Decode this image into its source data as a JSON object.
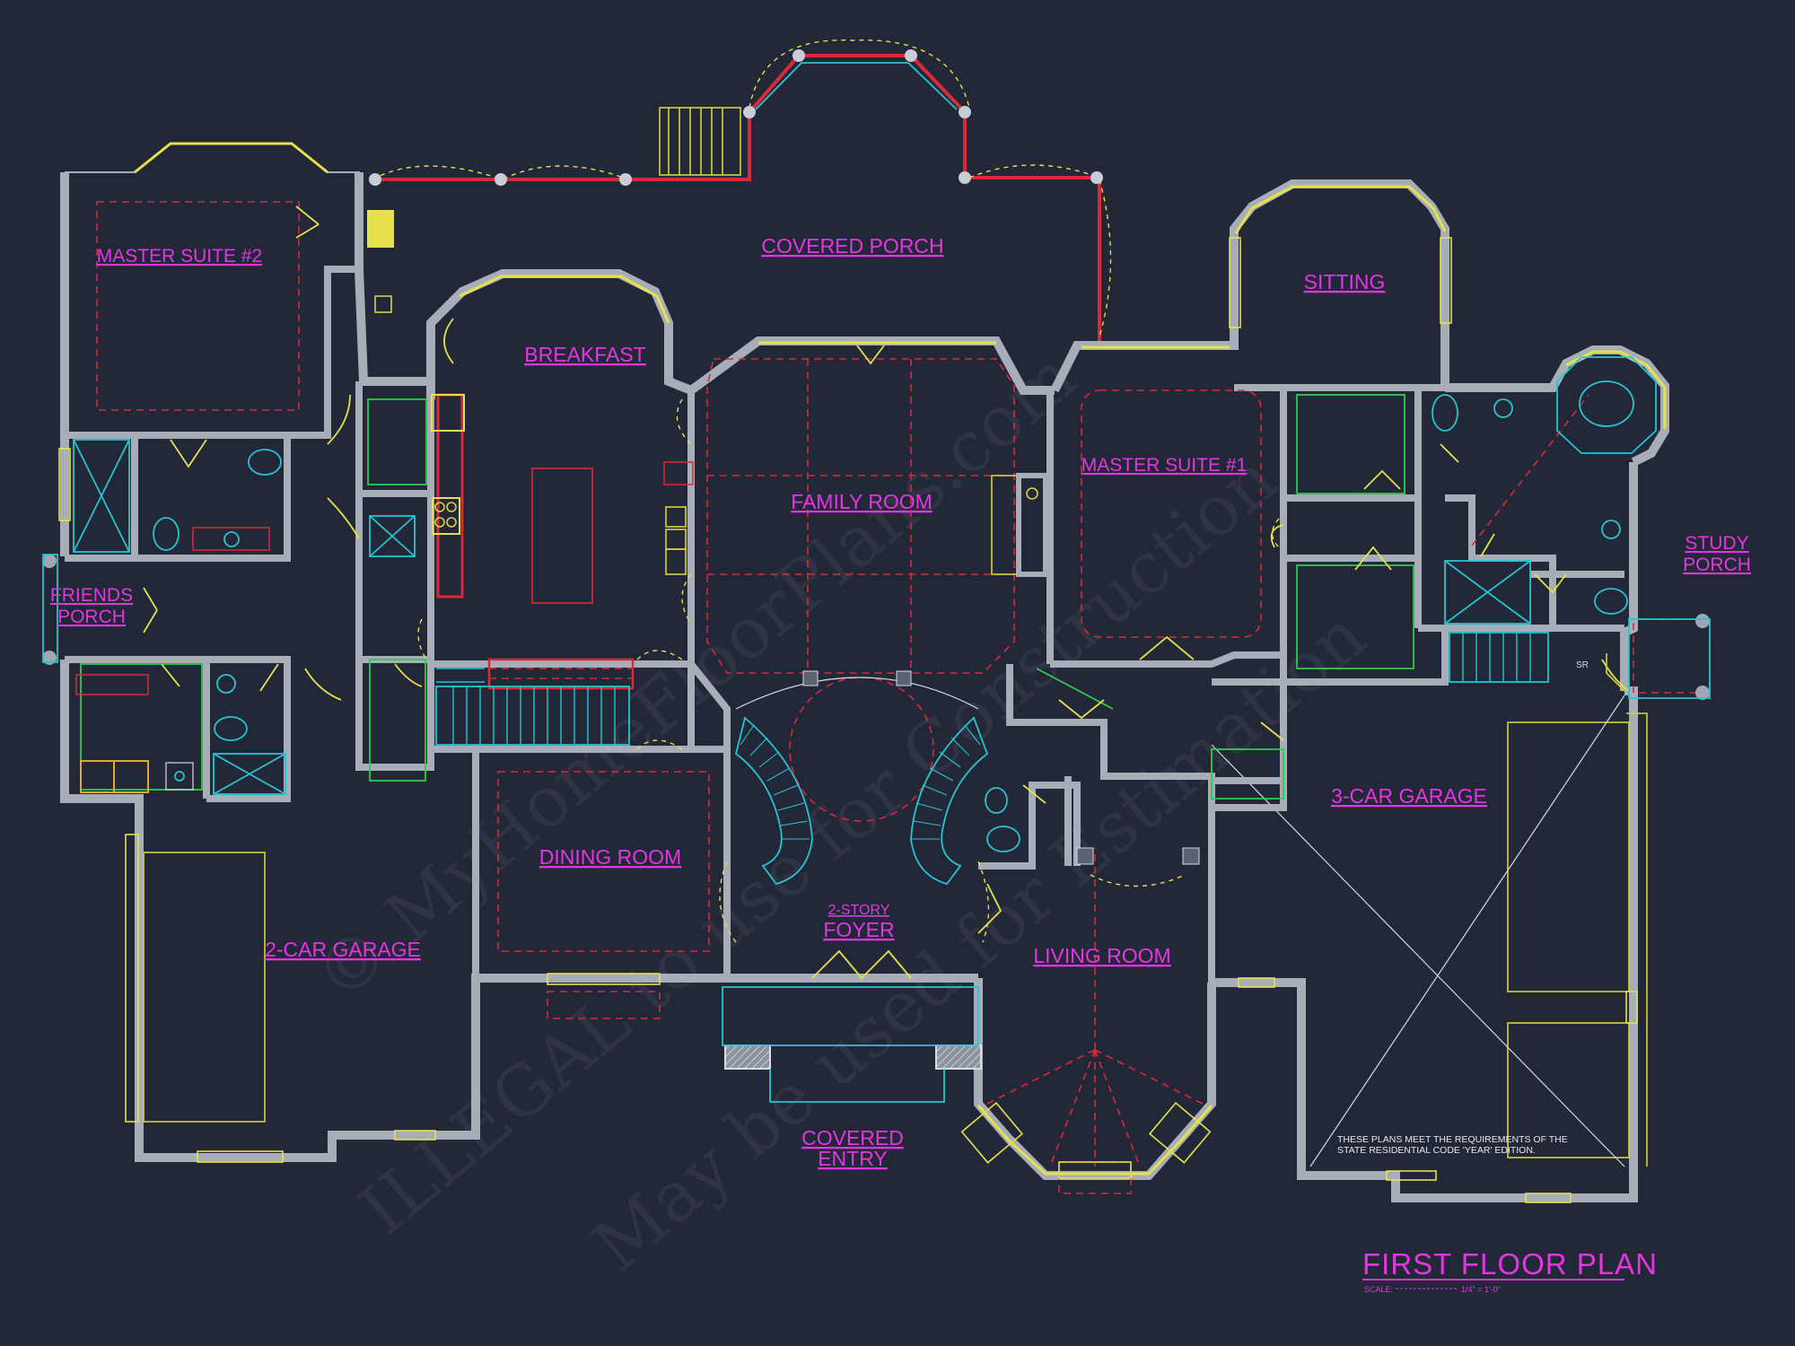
{
  "rooms": {
    "covered_porch": "COVERED PORCH",
    "master_suite_2": "MASTER SUITE #2",
    "breakfast": "BREAKFAST",
    "sitting": "SITTING",
    "family_room": "FAMILY ROOM",
    "master_suite_1": "MASTER SUITE #1",
    "study_porch_line1": "STUDY",
    "study_porch_line2": "PORCH",
    "friends_porch_line1": "FRIENDS",
    "friends_porch_line2": "PORCH",
    "three_car_garage": "3-CAR GARAGE",
    "dining_room": "DINING ROOM",
    "two_story_line1": "2-STORY",
    "foyer_line2": "FOYER",
    "two_car_garage": "2-CAR GARAGE",
    "living_room": "LIVING ROOM",
    "covered_entry_line1": "COVERED",
    "covered_entry_line2": "ENTRY"
  },
  "small_labels": {
    "sr": "SR"
  },
  "notes": {
    "code_line1": "THESE PLANS MEET THE REQUIREMENTS OF THE",
    "code_line2": "STATE RESIDENTIAL CODE 'YEAR' EDITION."
  },
  "title_block": {
    "title": "FIRST FLOOR PLAN",
    "scale_label": "SCALE:",
    "scale_value": "1/4\" = 1'-0\""
  },
  "watermark": {
    "line1": "© MyHomeFloorPlans.com",
    "line2": "ILLEGAL to use for Construction",
    "line3": "May be used for Estimation"
  },
  "colors": {
    "background": "#232839",
    "label": "#e535e0",
    "window": "#e6e14a",
    "hidden_line": "#d82a3a",
    "fixture": "#27c3cf",
    "cabinet": "#2ecb4c"
  }
}
